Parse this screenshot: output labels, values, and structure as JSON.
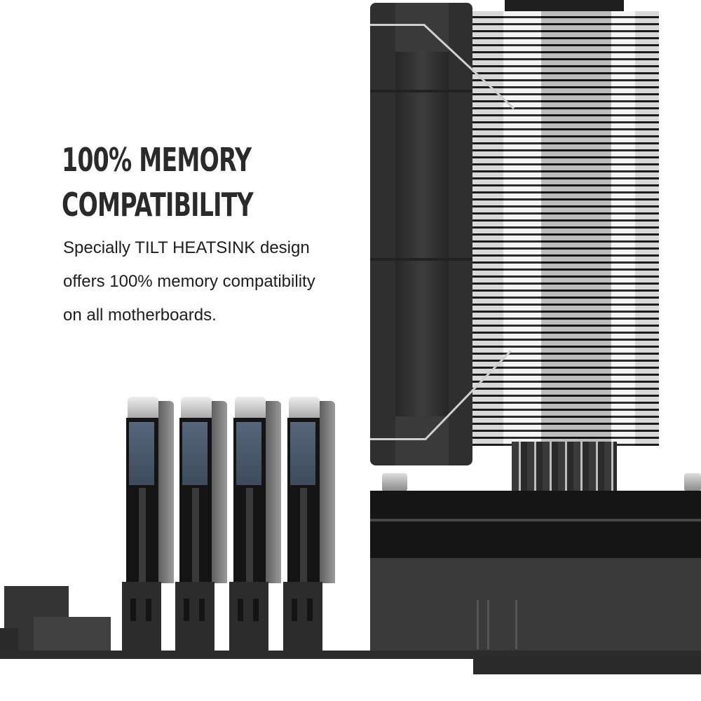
{
  "headline": {
    "line1": "100% MEMORY",
    "line2": "COMPATIBILITY"
  },
  "description": {
    "line1": "Specially TILT HEATSINK design",
    "line2": "offers 100% memory compatibility",
    "line3": "on all motherboards."
  },
  "illustration": {
    "subject": "CPU tower cooler with tilted heatsink next to 4 RAM modules",
    "ram_module_count": 4,
    "colors": {
      "text": "#2a2a2a",
      "ram_label": "#4e5b6d",
      "fan_frame": "#2f2f2f",
      "background": "#ffffff"
    }
  }
}
